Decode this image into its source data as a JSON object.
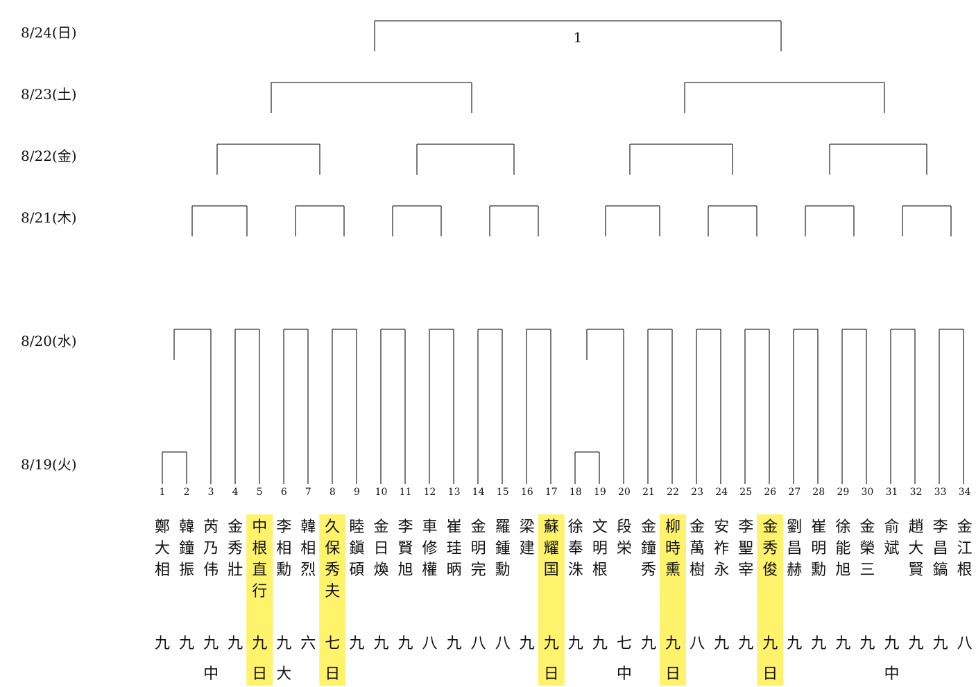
{
  "highlight_color": "#fff36b",
  "line_color": "#333333",
  "dates": [
    "8/24(日)",
    "8/23(土)",
    "8/22(金)",
    "8/21(木)",
    "8/20(水)",
    "8/19(火)"
  ],
  "final_label": "1",
  "players": [
    {
      "num": "1",
      "name": "鄭大相",
      "grade": "九",
      "school": "",
      "highlight": false
    },
    {
      "num": "2",
      "name": "韓鐘振",
      "grade": "九",
      "school": "",
      "highlight": false
    },
    {
      "num": "3",
      "name": "芮乃伟",
      "grade": "九",
      "school": "中",
      "highlight": false
    },
    {
      "num": "4",
      "name": "金秀壯",
      "grade": "九",
      "school": "",
      "highlight": false
    },
    {
      "num": "5",
      "name": "中根直行",
      "grade": "九",
      "school": "日",
      "highlight": true
    },
    {
      "num": "6",
      "name": "李相勳",
      "grade": "九",
      "school": "大",
      "highlight": false
    },
    {
      "num": "7",
      "name": "韓相烈",
      "grade": "六",
      "school": "",
      "highlight": false
    },
    {
      "num": "8",
      "name": "久保秀夫",
      "grade": "七",
      "school": "日",
      "highlight": true
    },
    {
      "num": "9",
      "name": "睦鎭碩",
      "grade": "九",
      "school": "",
      "highlight": false
    },
    {
      "num": "10",
      "name": "金日煥",
      "grade": "九",
      "school": "",
      "highlight": false
    },
    {
      "num": "11",
      "name": "李賢旭",
      "grade": "九",
      "school": "",
      "highlight": false
    },
    {
      "num": "12",
      "name": "車修權",
      "grade": "八",
      "school": "",
      "highlight": false
    },
    {
      "num": "13",
      "name": "崔珪昞",
      "grade": "九",
      "school": "",
      "highlight": false
    },
    {
      "num": "14",
      "name": "金明完",
      "grade": "八",
      "school": "",
      "highlight": false
    },
    {
      "num": "15",
      "name": "羅鍾勳",
      "grade": "八",
      "school": "",
      "highlight": false
    },
    {
      "num": "16",
      "name": "梁建",
      "grade": "九",
      "school": "",
      "highlight": false
    },
    {
      "num": "17",
      "name": "蘇耀国",
      "grade": "九",
      "school": "日",
      "highlight": true
    },
    {
      "num": "18",
      "name": "徐奉洙",
      "grade": "九",
      "school": "",
      "highlight": false
    },
    {
      "num": "19",
      "name": "文明根",
      "grade": "九",
      "school": "",
      "highlight": false
    },
    {
      "num": "20",
      "name": "段栄",
      "grade": "七",
      "school": "中",
      "highlight": false
    },
    {
      "num": "21",
      "name": "金鐘秀",
      "grade": "九",
      "school": "",
      "highlight": false
    },
    {
      "num": "22",
      "name": "柳時熏",
      "grade": "九",
      "school": "日",
      "highlight": true
    },
    {
      "num": "23",
      "name": "金萬樹",
      "grade": "八",
      "school": "",
      "highlight": false
    },
    {
      "num": "24",
      "name": "安祚永",
      "grade": "九",
      "school": "",
      "highlight": false
    },
    {
      "num": "25",
      "name": "李聖宰",
      "grade": "九",
      "school": "",
      "highlight": false
    },
    {
      "num": "26",
      "name": "金秀俊",
      "grade": "九",
      "school": "日",
      "highlight": true
    },
    {
      "num": "27",
      "name": "劉昌赫",
      "grade": "九",
      "school": "",
      "highlight": false
    },
    {
      "num": "28",
      "name": "崔明勳",
      "grade": "九",
      "school": "",
      "highlight": false
    },
    {
      "num": "29",
      "name": "徐能旭",
      "grade": "九",
      "school": "",
      "highlight": false
    },
    {
      "num": "30",
      "name": "金榮三",
      "grade": "九",
      "school": "",
      "highlight": false
    },
    {
      "num": "31",
      "name": "俞斌",
      "grade": "九",
      "school": "中",
      "highlight": false
    },
    {
      "num": "32",
      "name": "趙大賢",
      "grade": "九",
      "school": "",
      "highlight": false
    },
    {
      "num": "33",
      "name": "李昌鎬",
      "grade": "九",
      "school": "",
      "highlight": false
    },
    {
      "num": "34",
      "name": "金江根",
      "grade": "八",
      "school": "",
      "highlight": false
    }
  ]
}
